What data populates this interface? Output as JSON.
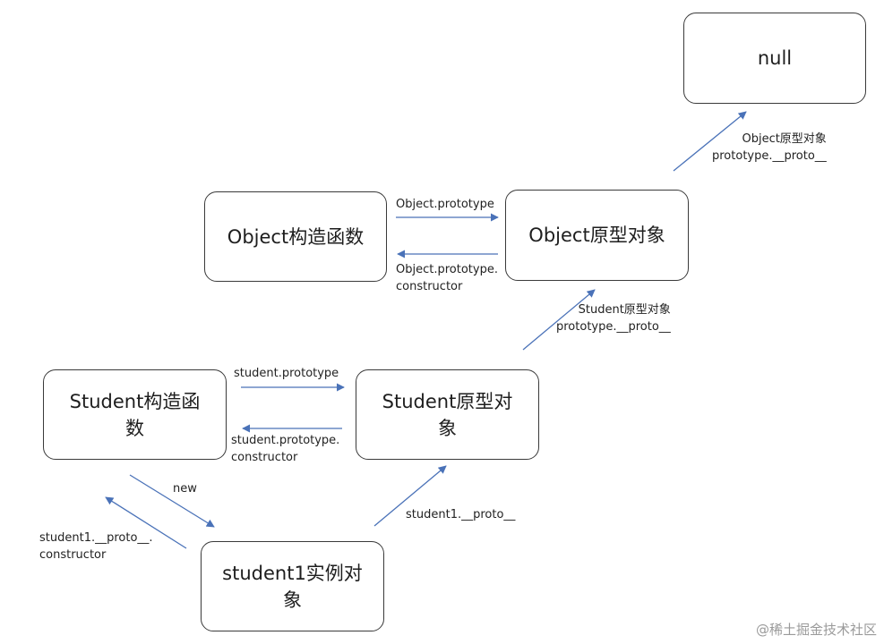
{
  "nodes": {
    "null_box": "null",
    "object_constructor": "Object构造函数",
    "object_prototype": "Object原型对象",
    "student_constructor": "Student构造函数",
    "student_prototype": "Student原型对象",
    "student1_instance": "student1实例对象"
  },
  "edges": {
    "object_proto_to_null": "Object原型对象\nprototype.__proto__",
    "object_prototype_link": "Object.prototype",
    "object_constructor_link": "Object.prototype.\nconstructor",
    "student_proto_to_object": "Student原型对象\nprototype.__proto__",
    "student_prototype_link": "student.prototype",
    "student_constructor_link": "student.prototype.\nconstructor",
    "new_link": "new",
    "instance_constructor_link": "student1.__proto__.\nconstructor",
    "instance_proto_link": "student1.__proto__"
  },
  "watermark": "@稀土掘金技术社区",
  "colors": {
    "arrow": "#4a72b8",
    "border": "#3a3a3a"
  }
}
